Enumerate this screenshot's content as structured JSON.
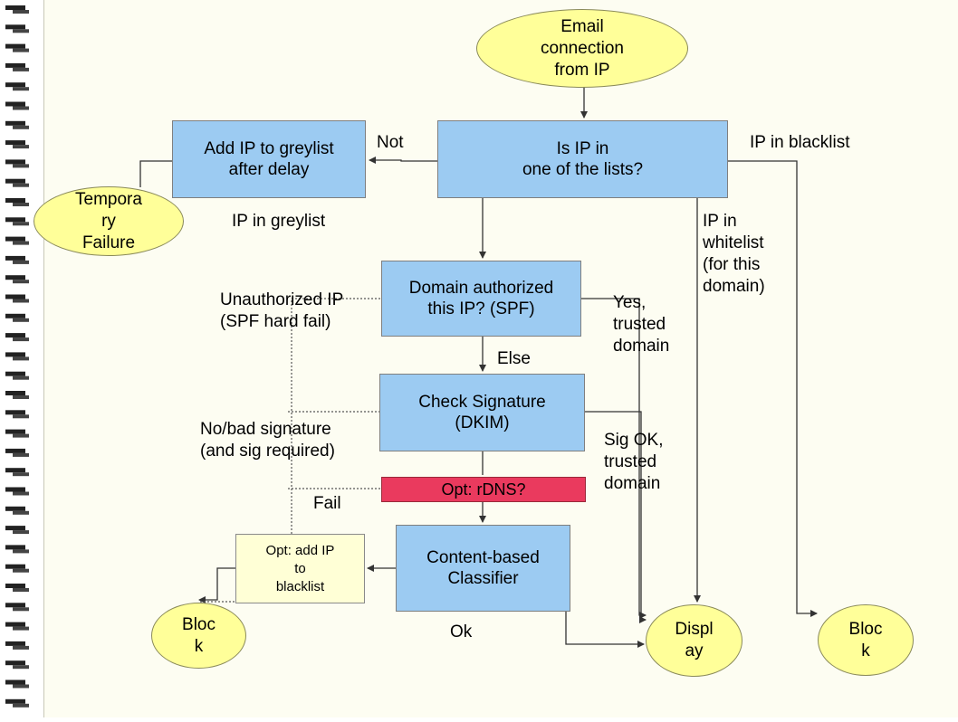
{
  "nodes": {
    "start": "Email\nconnection\nfrom IP",
    "lists_check": "Is IP in\none of the lists?",
    "add_greylist": "Add IP to greylist\nafter delay",
    "temp_failure": "Tempora\nry\nFailure",
    "spf_check": "Domain authorized\nthis IP? (SPF)",
    "dkim_check": "Check Signature\n(DKIM)",
    "rdns": "Opt: rDNS?",
    "classifier": "Content-based\nClassifier",
    "add_blacklist": "Opt: add IP\nto\nblacklist",
    "block_left": "Bloc\nk",
    "display": "Displ\nay",
    "block_right": "Bloc\nk"
  },
  "edge_labels": {
    "not": "Not",
    "in_blacklist": "IP in blacklist",
    "in_greylist": "IP in greylist",
    "in_whitelist": "IP in\nwhitelist\n(for this\ndomain)",
    "spf_fail": "Unauthorized IP\n(SPF hard fail)",
    "spf_yes": "Yes,\ntrusted\ndomain",
    "else": "Else",
    "dkim_bad": "No/bad signature\n(and sig required)",
    "dkim_ok": "Sig OK,\ntrusted\ndomain",
    "fail": "Fail",
    "ok": "Ok"
  },
  "colors": {
    "process": "#9ccbf2",
    "terminal": "#ffff99",
    "rdns": "#ea3a5e",
    "optional": "#ffffd6"
  }
}
